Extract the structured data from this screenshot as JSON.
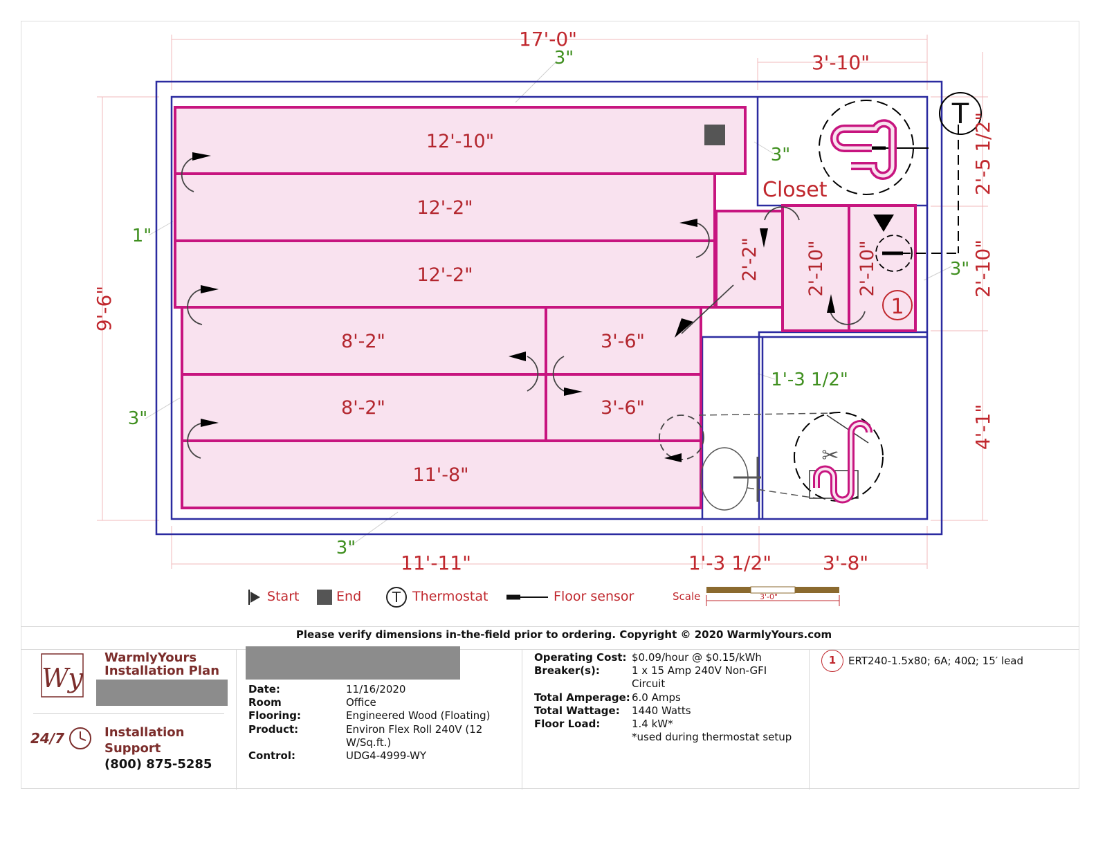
{
  "plan": {
    "overall_width": "17'-0\"",
    "top_margin": "3\"",
    "closet_width": "3'-10\"",
    "closet_label": "Closet",
    "closet_margin": "3\"",
    "left_height": "9'-6\"",
    "left_margin_top": "1\"",
    "left_margin_bottom": "3\"",
    "bottom_margin": "3\"",
    "bottom_left_width": "11'-11\"",
    "bottom_mid_width": "1'-3 1/2\"",
    "bottom_right_width": "3'-8\"",
    "right_top_height": "2'-5 1/2\"",
    "right_mid_height": "2'-10\"",
    "right_mid_margin": "3\"",
    "right_bottom_height": "4'-1\"",
    "bath_offset": "1'-3 1/2\"",
    "thermostat_symbol": "T",
    "circuit_number": "1",
    "runs": [
      "12'-10\"",
      "12'-2\"",
      "12'-2\"",
      "8'-2\"",
      "3'-6\"",
      "8'-2\"",
      "3'-6\"",
      "11'-8\""
    ],
    "vertical_runs": [
      "2'-2\"",
      "2'-10\"",
      "2'-10\""
    ],
    "colors": {
      "wall": "#2b2ba0",
      "cable": "#c7157f",
      "fill": "#f9e2ef",
      "dimension": "#c0272d",
      "margin": "#3f8f1f"
    }
  },
  "legend": {
    "start": "Start",
    "end": "End",
    "thermostat": "Thermostat",
    "floor_sensor": "Floor sensor",
    "scale": "Scale",
    "scale_value": "3'-0\""
  },
  "copyright": "Please verify dimensions in-the-field prior to ordering. Copyright © 2020 WarmlyYours.com",
  "brand": {
    "logo_initials": "Wy",
    "name_line1": "WarmlyYours",
    "name_line2": "Installation Plan",
    "support_badge": "24/7",
    "support_line1": "Installation",
    "support_line2": "Support",
    "phone": "(800) 875-5285"
  },
  "project": {
    "date_label": "Date:",
    "date": "11/16/2020",
    "room_label": "Room",
    "room": "Office",
    "flooring_label": "Flooring:",
    "flooring": "Engineered Wood (Floating)",
    "product_label": "Product:",
    "product_line1": "Environ Flex Roll 240V (12",
    "product_line2": "W/Sq.ft.)",
    "control_label": "Control:",
    "control": "UDG4-4999-WY"
  },
  "electrical": {
    "cost_label": "Operating Cost:",
    "cost": "$0.09/hour @ $0.15/kWh",
    "breaker_label": "Breaker(s):",
    "breaker_line1": "1 x 15 Amp 240V Non-GFI",
    "breaker_line2": "Circuit",
    "amperage_label": "Total Amperage:",
    "amperage": "6.0 Amps",
    "wattage_label": "Total Wattage:",
    "wattage": "1440 Watts",
    "load_label": "Floor Load:",
    "load": "1.4 kW*",
    "note": "*used during thermostat setup"
  },
  "circuit": {
    "number": "1",
    "description": "ERT240-1.5x80; 6A; 40Ω; 15′ lead"
  }
}
